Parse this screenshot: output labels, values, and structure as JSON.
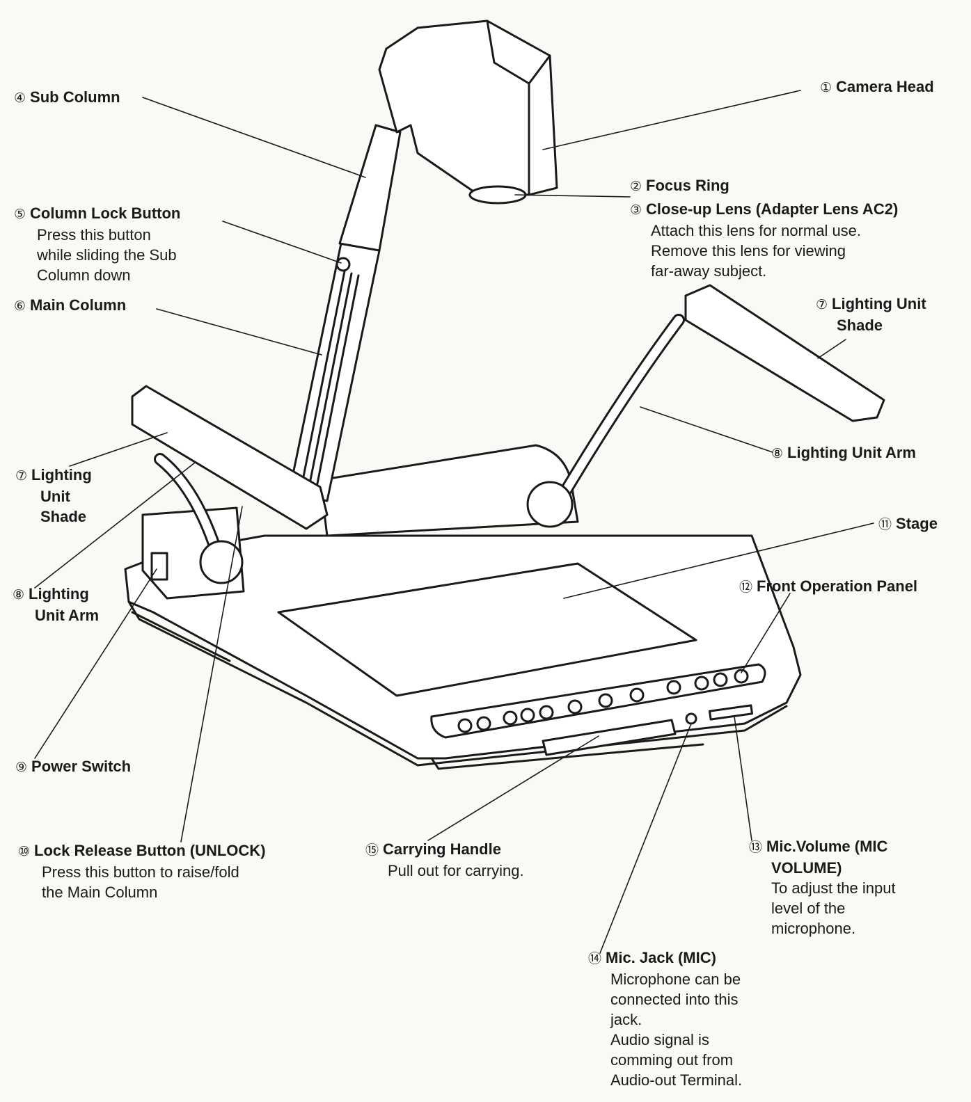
{
  "labels": {
    "camera_head": {
      "num": "①",
      "name": "Camera Head"
    },
    "focus_ring": {
      "num": "②",
      "name": "Focus Ring"
    },
    "closeup_lens": {
      "num": "③",
      "name": "Close-up Lens (Adapter Lens AC2)",
      "desc": [
        "Attach this lens for normal use.",
        "Remove this lens for viewing",
        "far-away subject."
      ]
    },
    "sub_column": {
      "num": "④",
      "name": "Sub Column"
    },
    "column_lock": {
      "num": "⑤",
      "name": "Column Lock Button",
      "desc": [
        "Press this button",
        "while sliding the Sub",
        "Column down"
      ]
    },
    "main_column": {
      "num": "⑥",
      "name": "Main Column"
    },
    "shade_right": {
      "num": "⑦",
      "name": [
        "Lighting Unit",
        "Shade"
      ]
    },
    "shade_left": {
      "num": "⑦",
      "name": [
        "Lighting",
        "Unit",
        "Shade"
      ]
    },
    "arm_right": {
      "num": "⑧",
      "name": "Lighting Unit Arm"
    },
    "arm_left": {
      "num": "⑧",
      "name": [
        "Lighting",
        "Unit Arm"
      ]
    },
    "power_switch": {
      "num": "⑨",
      "name": "Power Switch"
    },
    "lock_release": {
      "num": "⑩",
      "name": "Lock Release Button (UNLOCK)",
      "desc": [
        "Press this button to raise/fold",
        "the Main Column"
      ]
    },
    "stage": {
      "num": "⑪",
      "name": "Stage"
    },
    "front_panel": {
      "num": "⑫",
      "name": "Front Operation Panel"
    },
    "mic_volume": {
      "num": "⑬",
      "name": [
        "Mic.Volume (MIC",
        "VOLUME)"
      ],
      "desc": [
        "To adjust the input",
        "level of the",
        "microphone."
      ]
    },
    "mic_jack": {
      "num": "⑭",
      "name": "Mic. Jack (MIC)",
      "desc": [
        "Microphone can be",
        "connected into this",
        "jack.",
        "Audio signal is",
        "comming out from",
        "Audio-out Terminal."
      ]
    },
    "carrying_handle": {
      "num": "⑮",
      "name": "Carrying Handle",
      "desc": [
        "Pull out for carrying."
      ]
    }
  }
}
